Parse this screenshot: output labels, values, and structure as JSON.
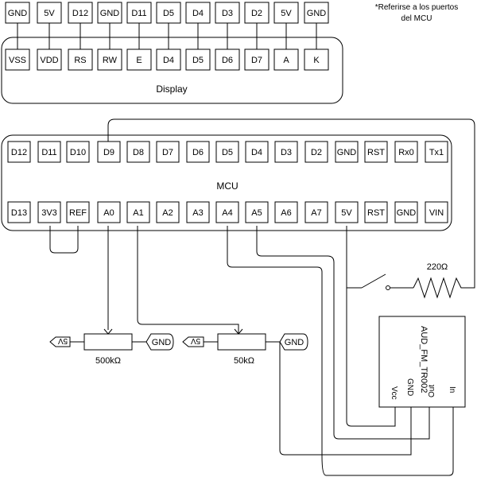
{
  "note": {
    "line1": "*Referirse a los puertos",
    "line2": "del MCU"
  },
  "display": {
    "label": "Display",
    "top_labels": [
      "GND",
      "5V",
      "D12",
      "GND",
      "D11",
      "D5",
      "D4",
      "D3",
      "D2",
      "5V",
      "GND"
    ],
    "pins": [
      "VSS",
      "VDD",
      "RS",
      "RW",
      "E",
      "D4",
      "D5",
      "D6",
      "D7",
      "A",
      "K"
    ]
  },
  "mcu": {
    "label": "MCU",
    "top_pins": [
      "D12",
      "D11",
      "D10",
      "D9",
      "D8",
      "D7",
      "D6",
      "D5",
      "D4",
      "D3",
      "D2",
      "GND",
      "RST",
      "Rx0",
      "Tx1"
    ],
    "bottom_pins": [
      "D13",
      "3V3",
      "REF",
      "A0",
      "A1",
      "A2",
      "A3",
      "A4",
      "A5",
      "A6",
      "A7",
      "5V",
      "RST",
      "GND",
      "VIN"
    ]
  },
  "pot1": {
    "value": "500kΩ",
    "left_tag": "5V",
    "right_tag": "GND"
  },
  "pot2": {
    "value": "50kΩ",
    "left_tag": "5V",
    "right_tag": "GND"
  },
  "resistor": {
    "value": "220Ω"
  },
  "module": {
    "name": "AUD_FM_TR002",
    "pins": [
      "Vcc",
      "GND",
      "Out",
      "In"
    ]
  }
}
